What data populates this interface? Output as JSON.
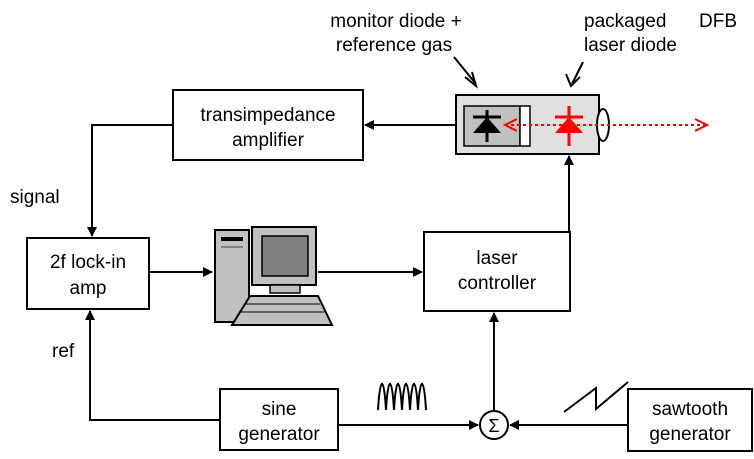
{
  "labels": {
    "monitor_line1": "monitor diode +",
    "monitor_line2": "reference gas",
    "packaged_line1": "packaged",
    "packaged_dfb": "DFB",
    "packaged_line2": "laser diode",
    "tia_line1": "transimpedance",
    "tia_line2": "amplifier",
    "signal": "signal",
    "lockin_line1": "2f lock-in",
    "lockin_line2": "amp",
    "laser_ctrl_line1": "laser",
    "laser_ctrl_line2": "controller",
    "ref": "ref",
    "sine_line1": "sine",
    "sine_line2": "generator",
    "saw_line1": "sawtooth",
    "saw_line2": "generator",
    "sum_symbol": "Σ"
  },
  "colors": {
    "line": "#000000",
    "laser": "#ff0000",
    "gas_cell": "#c0c0c0",
    "package": "#e0e0e0"
  }
}
